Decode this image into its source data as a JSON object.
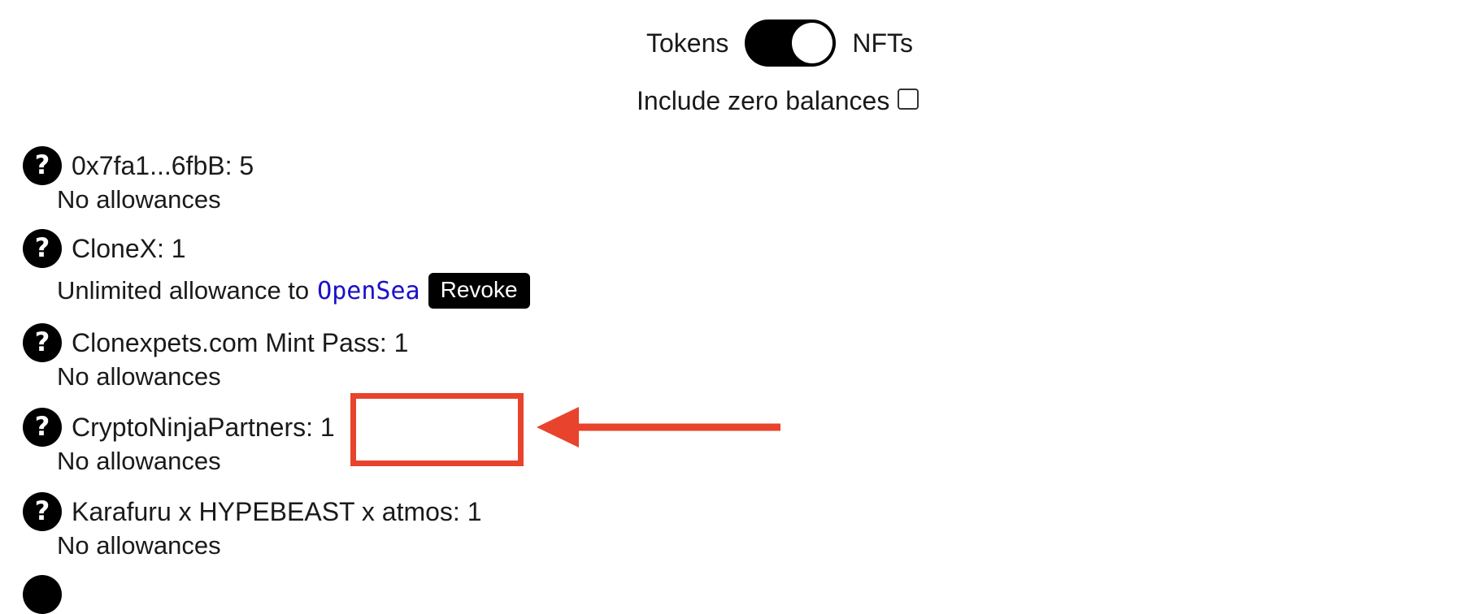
{
  "header": {
    "toggle_left_label": "Tokens",
    "toggle_right_label": "NFTs",
    "toggle_state": "NFTs",
    "zero_balances_label": "Include zero balances",
    "zero_balances_checked": false
  },
  "tokens": [
    {
      "name_line": "0x7fa1...6fbB: 5",
      "allowance_text": "No allowances"
    },
    {
      "name_line": "CloneX: 1",
      "allowance_text": "Unlimited allowance to",
      "spender": "OpenSea",
      "revoke_label": "Revoke"
    },
    {
      "name_line": "Clonexpets.com Mint Pass: 1",
      "allowance_text": "No allowances"
    },
    {
      "name_line": "CryptoNinjaPartners: 1",
      "allowance_text": "No allowances"
    },
    {
      "name_line": "Karafuru x HYPEBEAST x atmos: 1",
      "allowance_text": "No allowances"
    }
  ],
  "icons": {
    "token_icon": "question-circle-icon",
    "token_icon_glyph": "?"
  },
  "colors": {
    "spender_link": "#1a10c8",
    "annotation": "#e8432c",
    "revoke_bg": "#000000"
  },
  "annotation": {
    "type": "highlight-box-with-arrow"
  }
}
